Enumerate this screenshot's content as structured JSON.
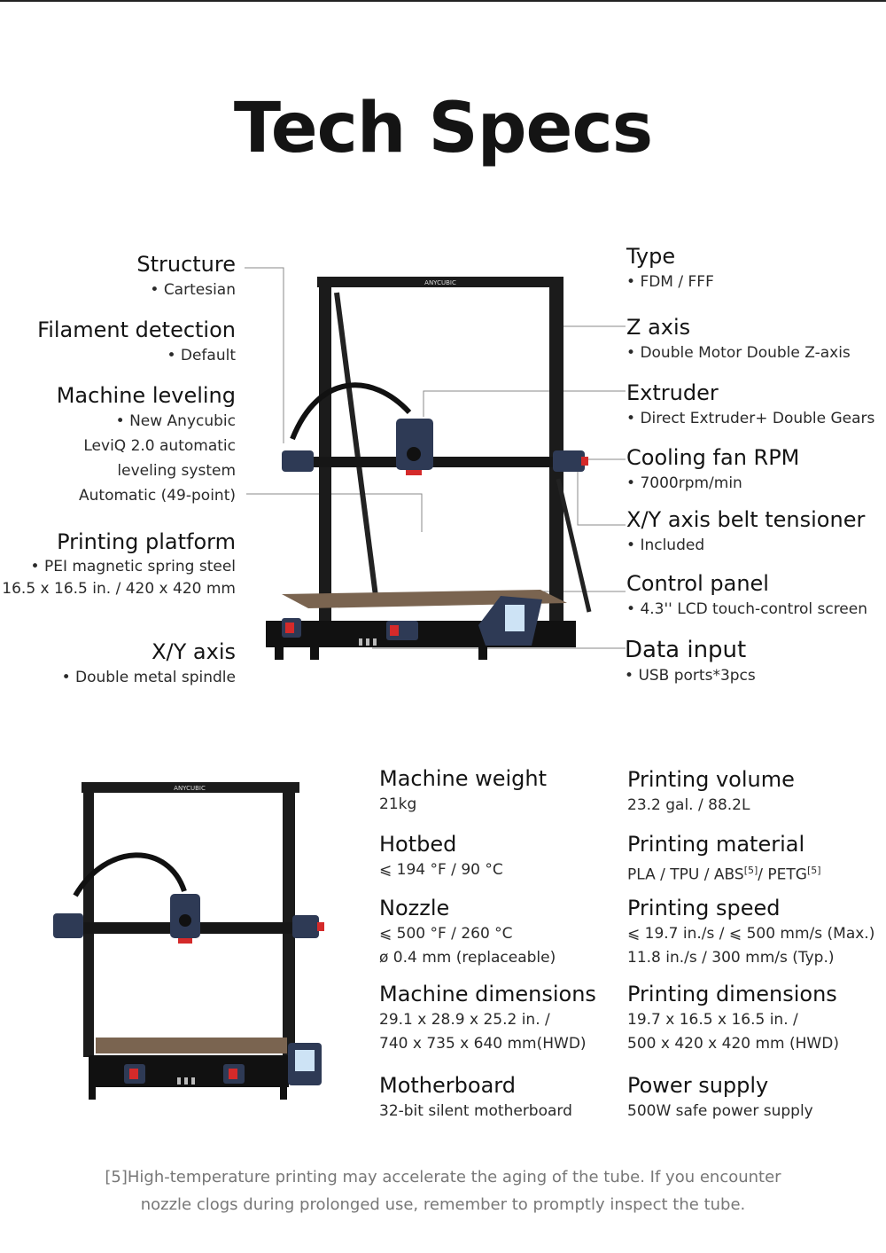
{
  "title": "Tech Specs",
  "left_specs": [
    {
      "heading": "Structure",
      "details": [
        "Cartesian"
      ]
    },
    {
      "heading": "Filament detection",
      "details": [
        "Default"
      ]
    },
    {
      "heading": "Machine leveling",
      "details": [
        "New Anycubic",
        "LeviQ 2.0 automatic",
        "leveling system",
        "Automatic (49-point)"
      ]
    },
    {
      "heading": "Printing platform",
      "details": [
        "PEI magnetic spring steel",
        "16.5 x 16.5 in. / 420 x 420 mm"
      ]
    },
    {
      "heading": "X/Y axis",
      "details": [
        "Double metal spindle"
      ]
    }
  ],
  "right_specs": [
    {
      "heading": "Type",
      "details": [
        "FDM / FFF"
      ]
    },
    {
      "heading": "Z axis",
      "details": [
        "Double Motor Double Z-axis"
      ]
    },
    {
      "heading": "Extruder",
      "details": [
        "Direct Extruder+ Double Gears"
      ]
    },
    {
      "heading": "Cooling fan RPM",
      "details": [
        "7000rpm/min"
      ]
    },
    {
      "heading": "X/Y axis belt tensioner",
      "details": [
        "Included"
      ]
    },
    {
      "heading": "Control panel",
      "details": [
        "4.3'' LCD touch-control screen"
      ]
    },
    {
      "heading": "Data input",
      "details": [
        "USB ports*3pcs"
      ]
    }
  ],
  "printer_brand": "ANYCUBIC",
  "grid_left": [
    {
      "heading": "Machine weight",
      "details": [
        "21kg"
      ]
    },
    {
      "heading": "Hotbed",
      "details": [
        "⩽ 194 °F / 90 °C"
      ]
    },
    {
      "heading": "Nozzle",
      "details": [
        "⩽ 500 °F / 260 °C",
        "ø 0.4 mm (replaceable)"
      ]
    },
    {
      "heading": "Machine dimensions",
      "details": [
        "29.1 x 28.9 x 25.2 in. /",
        "740 x 735 x 640 mm(HWD)"
      ]
    },
    {
      "heading": "Motherboard",
      "details": [
        "32-bit silent motherboard"
      ]
    }
  ],
  "grid_right": [
    {
      "heading": "Printing volume",
      "details": [
        "23.2 gal. / 88.2L"
      ]
    },
    {
      "heading": "Printing material",
      "details_parts": [
        "PLA / TPU / ABS",
        "[5]",
        "/ PETG",
        "[5]"
      ]
    },
    {
      "heading": "Printing speed",
      "details": [
        "⩽ 19.7 in./s / ⩽ 500 mm/s (Max.)",
        "11.8 in./s / 300 mm/s (Typ.)"
      ]
    },
    {
      "heading": "Printing dimensions",
      "details": [
        "19.7 x 16.5 x 16.5 in. /",
        "500 x 420 x 420 mm (HWD)"
      ]
    },
    {
      "heading": "Power supply",
      "details": [
        "500W safe power supply"
      ]
    }
  ],
  "footnote": [
    "[5]High-temperature printing may accelerate the aging of the tube. If you encounter",
    "nozzle clogs during prolonged use, remember to promptly inspect the tube."
  ],
  "colors": {
    "frame": "#1b1b1b",
    "bed": "#7a6450",
    "accent_red": "#d42a2a",
    "carriage_blue": "#2e3a55",
    "line": "#8a8a8a"
  }
}
